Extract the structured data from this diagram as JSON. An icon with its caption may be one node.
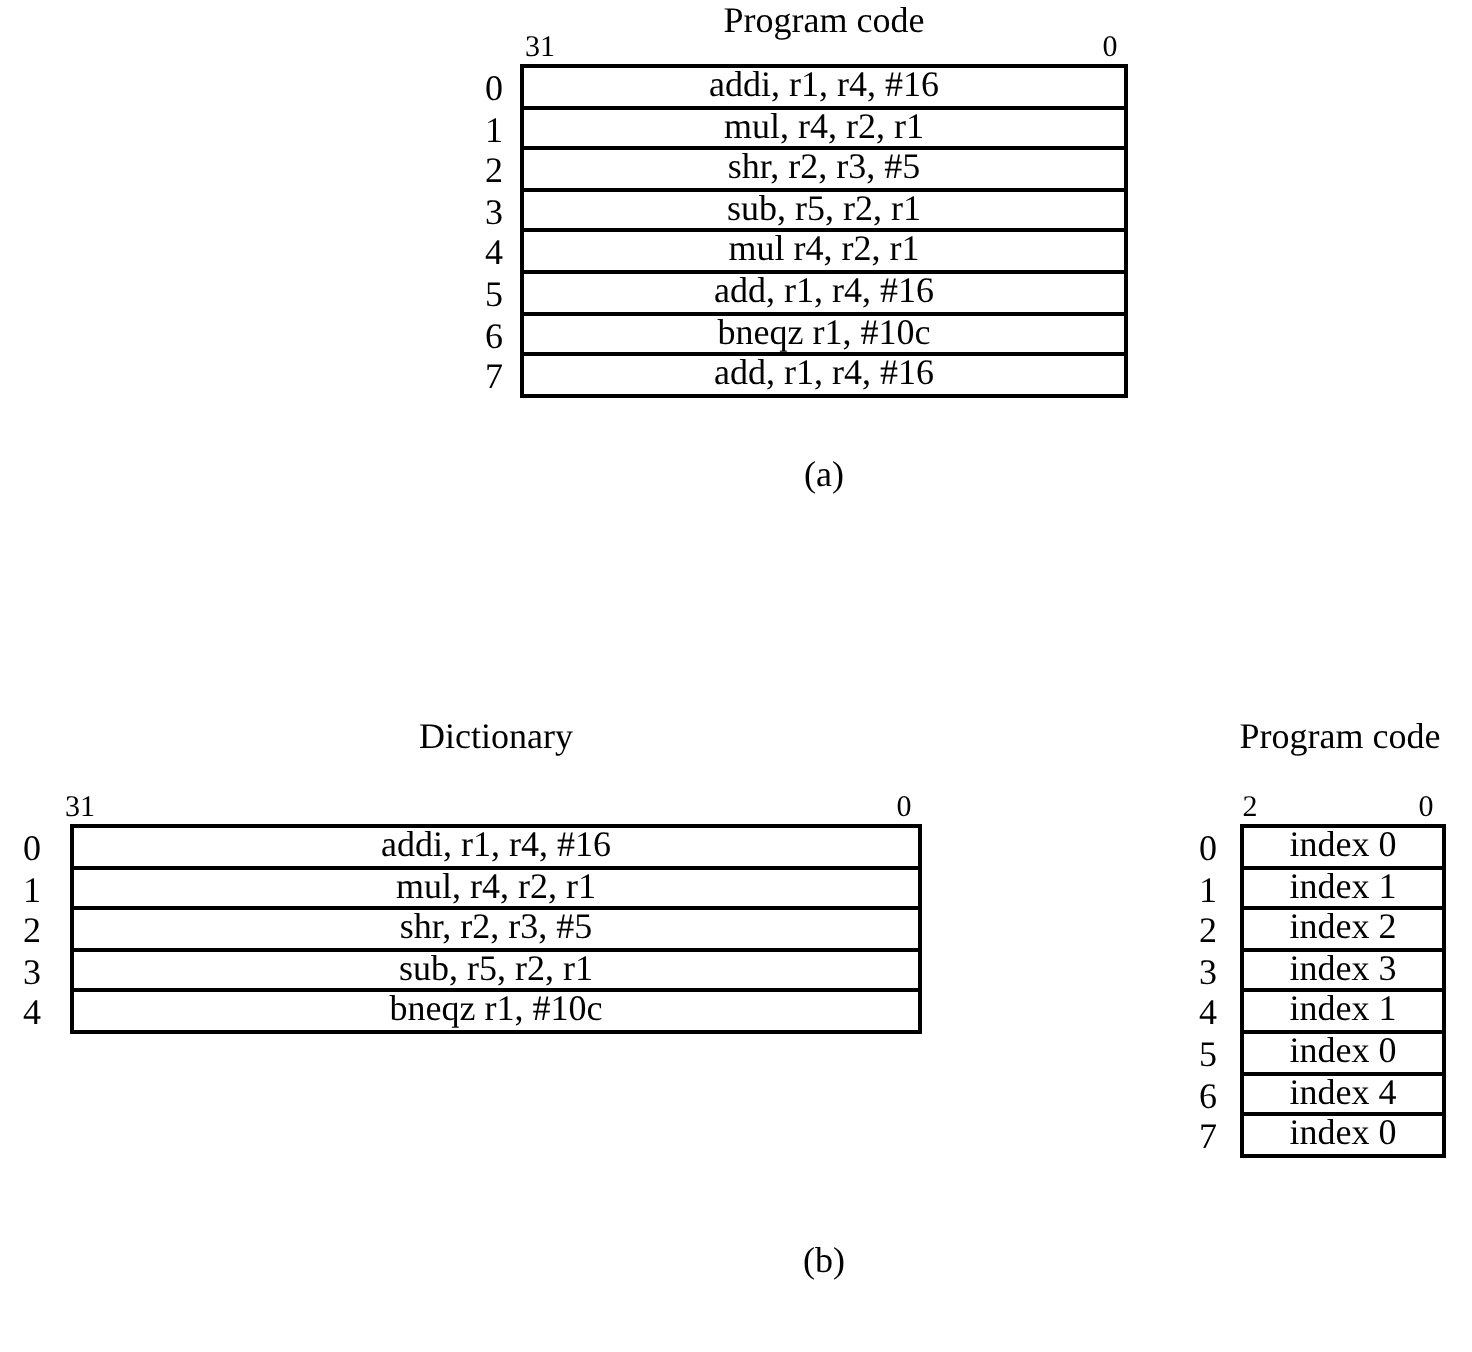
{
  "diagram": {
    "nodes": [
      {
        "text": [
          "addi, r1, r4, #16"
        ],
        "beside": [
          "0"
        ]
      },
      {
        "text": [
          "mul, r4, r2, r1"
        ],
        "beside": [
          "1"
        ]
      },
      {
        "text": [
          "shr, r2, r3, #5"
        ],
        "beside": [
          "2"
        ]
      },
      {
        "text": [
          "sub, r5, r2, r1"
        ],
        "beside": [
          "3"
        ]
      },
      {
        "text": [
          "mul r4, r2, r1"
        ],
        "beside": [
          "4"
        ]
      },
      {
        "text": [
          "add, r1, r4, #16"
        ],
        "beside": [
          "5"
        ]
      },
      {
        "text": [
          "bneqz r1, #10c"
        ],
        "beside": [
          "6"
        ]
      },
      {
        "text": [
          "add, r1, r4, #16"
        ],
        "beside": [
          "7"
        ]
      },
      {
        "text": [
          "addi, r1, r4, #16"
        ],
        "beside": [
          "0"
        ]
      },
      {
        "text": [
          "mul, r4, r2, r1"
        ],
        "beside": [
          "1"
        ]
      },
      {
        "text": [
          "shr, r2, r3, #5"
        ],
        "beside": [
          "2"
        ]
      },
      {
        "text": [
          "sub, r5, r2, r1"
        ],
        "beside": [
          "3"
        ]
      },
      {
        "text": [
          "bneqz r1, #10c"
        ],
        "beside": [
          "4"
        ]
      },
      {
        "text": [
          "index 0"
        ],
        "beside": [
          "0"
        ]
      },
      {
        "text": [
          "index 1"
        ],
        "beside": [
          "1"
        ]
      },
      {
        "text": [
          "index 2"
        ],
        "beside": [
          "2"
        ]
      },
      {
        "text": [
          "index 3"
        ],
        "beside": [
          "3"
        ]
      },
      {
        "text": [
          "index 1"
        ],
        "beside": [
          "4"
        ]
      },
      {
        "text": [
          "index 0"
        ],
        "beside": [
          "5"
        ]
      },
      {
        "text": [
          "index 4"
        ],
        "beside": [
          "6"
        ]
      },
      {
        "text": [
          "index 0"
        ],
        "beside": [
          "7"
        ]
      }
    ],
    "labels": [
      "Program code",
      "31",
      "0",
      "(a)",
      "Dictionary",
      "Program code",
      "31",
      "0",
      "2",
      "0",
      "(b)"
    ]
  }
}
